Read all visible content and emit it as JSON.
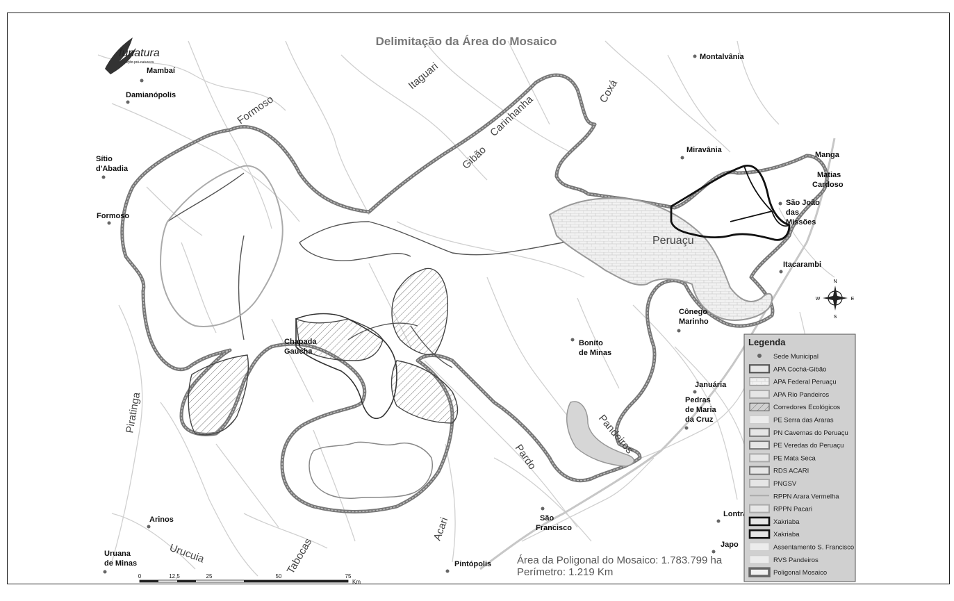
{
  "map": {
    "title": "Delimitação da Área do Mosaico",
    "logo": {
      "name": "funatura",
      "subtitle": "fundação pró-natureza"
    },
    "area_label": "Área da Poligonal do Mosaico: 1.783.799 ha",
    "perimeter_label": "Perímetro: 1.219 Km",
    "region_label": "Peruaçu",
    "colors": {
      "background": "#ffffff",
      "river": "#cfcfcf",
      "mosaic_outline": "#6e6e6e",
      "apa_fill": "#d7d7d7",
      "legend_bg": "#d0d0d0"
    }
  },
  "cities": [
    {
      "id": "mambai",
      "lines": [
        "Mambaí"
      ]
    },
    {
      "id": "damianopolis",
      "lines": [
        "Damianópolis"
      ]
    },
    {
      "id": "sitio",
      "lines": [
        "Sítio",
        "d'Abadia"
      ]
    },
    {
      "id": "formoso",
      "lines": [
        "Formoso"
      ]
    },
    {
      "id": "chapada",
      "lines": [
        "Chapada",
        "Gaúcha"
      ]
    },
    {
      "id": "bonito",
      "lines": [
        "Bonito",
        "de Minas"
      ]
    },
    {
      "id": "montalvania",
      "lines": [
        "Montalvânia"
      ]
    },
    {
      "id": "miravania",
      "lines": [
        "Miravânia"
      ]
    },
    {
      "id": "manga",
      "lines": [
        "Manga"
      ]
    },
    {
      "id": "matias",
      "lines": [
        "Matias",
        "Cardoso"
      ]
    },
    {
      "id": "saojoao",
      "lines": [
        "São João",
        "das",
        "Missões"
      ]
    },
    {
      "id": "itacarambi",
      "lines": [
        "Itacarambi"
      ]
    },
    {
      "id": "conego",
      "lines": [
        "Cônego",
        "Marinho"
      ]
    },
    {
      "id": "januaria",
      "lines": [
        "Januária"
      ]
    },
    {
      "id": "pedras",
      "lines": [
        "Pedras",
        "de Maria",
        "da Cruz"
      ]
    },
    {
      "id": "arinos",
      "lines": [
        "Arinos"
      ]
    },
    {
      "id": "uruana",
      "lines": [
        "Uruana",
        "de Minas"
      ]
    },
    {
      "id": "saofrancisco",
      "lines": [
        "São",
        "Francisco"
      ]
    },
    {
      "id": "pintopolis",
      "lines": [
        "Pintópolis"
      ]
    },
    {
      "id": "lontra",
      "lines": [
        "Lontra"
      ]
    },
    {
      "id": "japo",
      "lines": [
        "Japo"
      ]
    }
  ],
  "rivers": [
    {
      "id": "formoso",
      "name": "Formoso"
    },
    {
      "id": "itaguari",
      "name": "Itaguari"
    },
    {
      "id": "carinhanha",
      "name": "Carinhanha"
    },
    {
      "id": "gibao",
      "name": "Gibão"
    },
    {
      "id": "coxa",
      "name": "Coxá"
    },
    {
      "id": "piratinga",
      "name": "Piratinga"
    },
    {
      "id": "pardo",
      "name": "Pardo"
    },
    {
      "id": "pandeiros",
      "name": "Pandeiros"
    },
    {
      "id": "acari",
      "name": "Acari"
    },
    {
      "id": "tabocas",
      "name": "Tabocas"
    },
    {
      "id": "urucuia",
      "name": "Urucuia"
    }
  ],
  "legend": {
    "title": "Legenda",
    "items": [
      {
        "label": "Sede Municipal",
        "symbol": "point"
      },
      {
        "label": "APA Cochá-Gibão",
        "symbol": "box-dark"
      },
      {
        "label": "APA Federal Peruaçu",
        "symbol": "box-hatch-brick"
      },
      {
        "label": "APA Rio Pandeiros",
        "symbol": "box-light"
      },
      {
        "label": "Corredores Ecológicos",
        "symbol": "box-hatch"
      },
      {
        "label": "PE Serra das Araras",
        "symbol": "box-faint"
      },
      {
        "label": "PN Cavernas do Peruaçu",
        "symbol": "box-mid"
      },
      {
        "label": "PE Veredas do Peruaçu",
        "symbol": "box-mid"
      },
      {
        "label": "PE Mata Seca",
        "symbol": "box-light"
      },
      {
        "label": "RDS ACARI",
        "symbol": "box-mid"
      },
      {
        "label": "PNGSV",
        "symbol": "box-light"
      },
      {
        "label": "RPPN Arara Vermelha",
        "symbol": "line"
      },
      {
        "label": "RPPN Pacari",
        "symbol": "box-light"
      },
      {
        "label": "Xakriaba",
        "symbol": "box-black"
      },
      {
        "label": "Xakriaba",
        "symbol": "box-black"
      },
      {
        "label": "Assentamento S. Francisco",
        "symbol": "box-faint"
      },
      {
        "label": "RVS Pandeiros",
        "symbol": "box-faint"
      },
      {
        "label": "Poligonal Mosaico",
        "symbol": "box-thick"
      }
    ]
  },
  "compass": {
    "n": "N",
    "s": "S",
    "e": "E",
    "w": "W"
  },
  "scale": {
    "ticks": [
      "0",
      "12,5",
      "25",
      "50",
      "75"
    ],
    "unit": "Km"
  }
}
